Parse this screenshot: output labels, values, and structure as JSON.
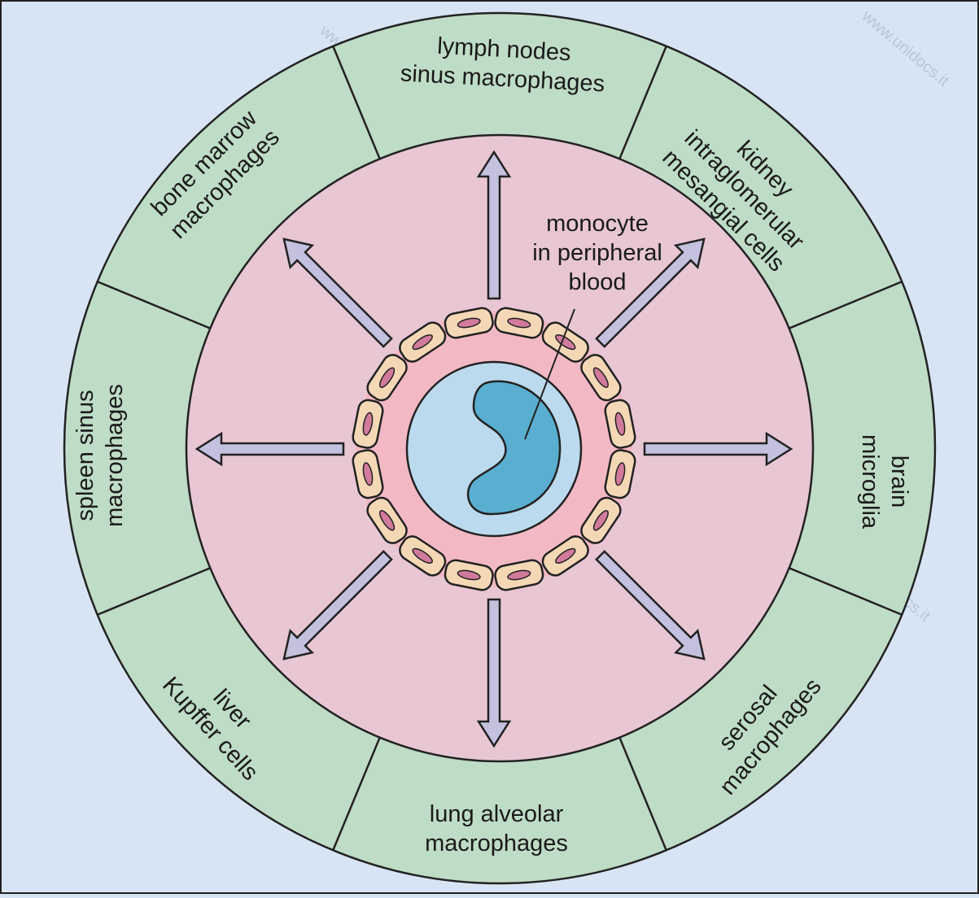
{
  "diagram": {
    "center_label": [
      "monocyte",
      "in peripheral",
      "blood"
    ],
    "segments": [
      {
        "id": "lymph-nodes",
        "lines": [
          "lymph nodes",
          "sinus macrophages"
        ]
      },
      {
        "id": "kidney",
        "lines": [
          "kidney",
          "intraglomerular",
          "mesangial cells"
        ]
      },
      {
        "id": "brain",
        "lines": [
          "brain",
          "microglia"
        ]
      },
      {
        "id": "serosal",
        "lines": [
          "serosal",
          "macrophages"
        ]
      },
      {
        "id": "lung",
        "lines": [
          "lung alveolar",
          "macrophages"
        ]
      },
      {
        "id": "liver",
        "lines": [
          "liver",
          "Kupffer cells"
        ]
      },
      {
        "id": "spleen",
        "lines": [
          "spleen sinus",
          "macrophages"
        ]
      },
      {
        "id": "bone-marrow",
        "lines": [
          "bone marrow",
          "macrophages"
        ]
      }
    ],
    "watermark": "www.unidocs.it"
  },
  "colors": {
    "background": "#d7e4f3",
    "outer_ring": "#bfdcc6",
    "inner_disc": "#e8c6d4",
    "vessel_lumen": "#f2b9c4",
    "endothelial_cell": "#f4d8b6",
    "endothelial_nucleus": "#d17a9c",
    "monocyte_cytoplasm": "#bcdaed",
    "monocyte_nucleus": "#5aaed0",
    "arrow_fill": "#c3c1de"
  }
}
